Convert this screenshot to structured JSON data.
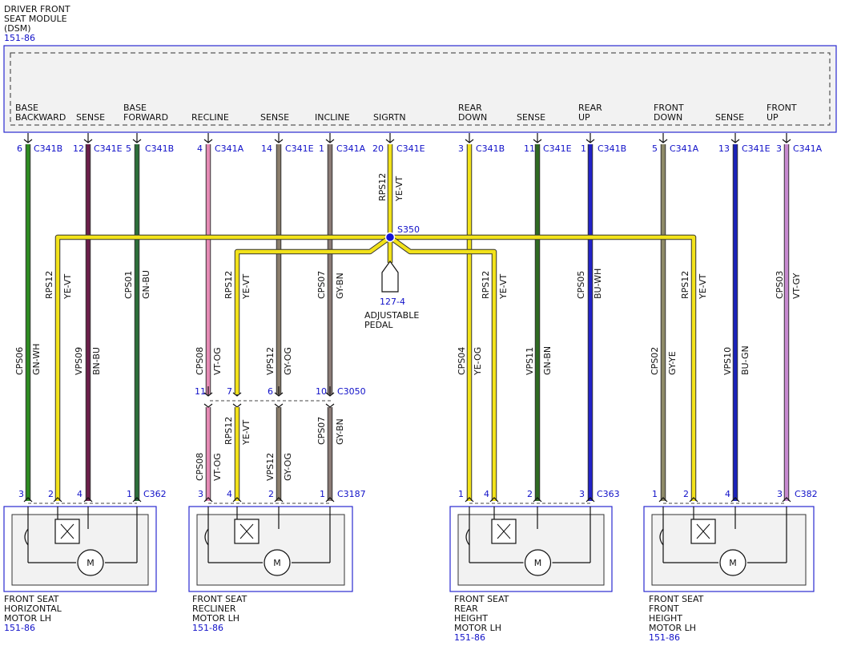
{
  "dsm": {
    "title_lines": [
      "DRIVER FRONT",
      "SEAT MODULE",
      "(DSM)"
    ],
    "ref": "151-86"
  },
  "pins": [
    {
      "id": "base-backward",
      "label": [
        "BASE",
        "BACKWARD"
      ],
      "pin": "6",
      "conn": "C341B",
      "circuit": "CPS06",
      "color_code": "GN-WH",
      "color": "#2e8b22"
    },
    {
      "id": "sense-horizontal",
      "label": [
        "SENSE"
      ],
      "pin": "12",
      "conn": "C341E",
      "circuit": "VPS09",
      "color_code": "BN-BU",
      "color": "#6b1f4a"
    },
    {
      "id": "base-forward",
      "label": [
        "BASE",
        "FORWARD"
      ],
      "pin": "5",
      "conn": "C341B",
      "circuit": "CPS01",
      "color_code": "GN-BU",
      "color": "#2c6e3a"
    },
    {
      "id": "recline",
      "label": [
        "RECLINE"
      ],
      "pin": "4",
      "conn": "C341A",
      "circuit": "CPS08",
      "color_code": "VT-OG",
      "color": "#e58bb5"
    },
    {
      "id": "sense-recliner",
      "label": [
        "SENSE"
      ],
      "pin": "14",
      "conn": "C341E",
      "circuit": "VPS12",
      "color_code": "GY-OG",
      "color": "#8a7d6b"
    },
    {
      "id": "incline",
      "label": [
        "INCLINE"
      ],
      "pin": "1",
      "conn": "C341A",
      "circuit": "CPS07",
      "color_code": "GY-BN",
      "color": "#8b7b76"
    },
    {
      "id": "sigrtn",
      "label": [
        "SIGRTN"
      ],
      "pin": "20",
      "conn": "C341E",
      "circuit": "RPS12",
      "color_code": "YE-VT",
      "color": "#f2e21a"
    },
    {
      "id": "rear-down",
      "label": [
        "REAR",
        "DOWN"
      ],
      "pin": "3",
      "conn": "C341B",
      "circuit": "CPS04",
      "color_code": "YE-OG",
      "color": "#f2e21a"
    },
    {
      "id": "sense-rear",
      "label": [
        "SENSE"
      ],
      "pin": "11",
      "conn": "C341E",
      "circuit": "VPS11",
      "color_code": "GN-BN",
      "color": "#2f6a22"
    },
    {
      "id": "rear-up",
      "label": [
        "REAR",
        "UP"
      ],
      "pin": "1",
      "conn": "C341B",
      "circuit": "CPS05",
      "color_code": "BU-WH",
      "color": "#2222c8"
    },
    {
      "id": "front-down",
      "label": [
        "FRONT",
        "DOWN"
      ],
      "pin": "5",
      "conn": "C341A",
      "circuit": "CPS02",
      "color_code": "GY-YE",
      "color": "#8e8a68"
    },
    {
      "id": "sense-front",
      "label": [
        "SENSE"
      ],
      "pin": "13",
      "conn": "C341E",
      "circuit": "VPS10",
      "color_code": "BU-GN",
      "color": "#1a22b8"
    },
    {
      "id": "front-up",
      "label": [
        "FRONT",
        "UP"
      ],
      "pin": "3",
      "conn": "C341A",
      "circuit": "CPS03",
      "color_code": "VT-GY",
      "color": "#c78ad0"
    }
  ],
  "splice": {
    "label": "S350"
  },
  "pedal": {
    "ref": "127-4",
    "label_lines": [
      "ADJUSTABLE",
      "PEDAL"
    ]
  },
  "rps_branches": [
    {
      "circuit": "RPS12",
      "color_code": "YE-VT"
    },
    {
      "circuit": "RPS12",
      "color_code": "YE-VT"
    },
    {
      "circuit": "RPS12",
      "color_code": "YE-VT"
    },
    {
      "circuit": "RPS12",
      "color_code": "YE-VT"
    }
  ],
  "inline_connector": {
    "name": "C3050",
    "pins": [
      "11",
      "7",
      "6",
      "10"
    ],
    "lower_wires": [
      {
        "circuit": "CPS08",
        "color_code": "VT-OG"
      },
      {
        "circuit": "RPS12",
        "color_code": "YE-VT"
      },
      {
        "circuit": "VPS12",
        "color_code": "GY-OG"
      },
      {
        "circuit": "CPS07",
        "color_code": "GY-BN"
      }
    ]
  },
  "motors": [
    {
      "id": "horizontal",
      "connector": "C362",
      "pins": [
        "3",
        "2",
        "4",
        "1"
      ],
      "motor_symbol": "M",
      "name_lines": [
        "FRONT SEAT",
        "HORIZONTAL",
        "MOTOR LH"
      ],
      "ref": "151-86"
    },
    {
      "id": "recliner",
      "connector": "C3187",
      "pins": [
        "3",
        "4",
        "2",
        "1"
      ],
      "motor_symbol": "M",
      "name_lines": [
        "FRONT SEAT",
        "RECLINER",
        "MOTOR LH"
      ],
      "ref": "151-86"
    },
    {
      "id": "rear-height",
      "connector": "C363",
      "pins": [
        "1",
        "4",
        "2",
        "3"
      ],
      "motor_symbol": "M",
      "name_lines": [
        "FRONT SEAT",
        "REAR",
        "HEIGHT",
        "MOTOR LH"
      ],
      "ref": "151-86"
    },
    {
      "id": "front-height",
      "connector": "C382",
      "pins": [
        "1",
        "2",
        "4",
        "3"
      ],
      "motor_symbol": "M",
      "name_lines": [
        "FRONT SEAT",
        "FRONT",
        "HEIGHT",
        "MOTOR LH"
      ],
      "ref": "151-86"
    }
  ]
}
